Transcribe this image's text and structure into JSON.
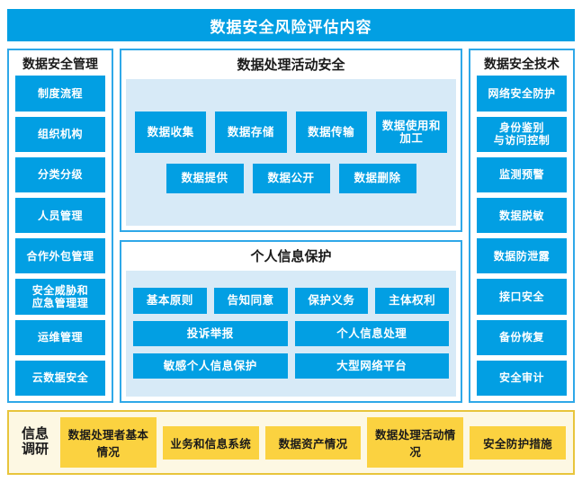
{
  "header": {
    "title": "数据安全风险评估内容",
    "color": "#029fe3"
  },
  "theme": {
    "blue": "#029fe3",
    "border_blue": "#2fa8e8",
    "panel_fill": "#d7eaf7",
    "gold": "#fbd240",
    "gold_border": "#e8c53c",
    "cream": "#fdf8e3"
  },
  "left_column": {
    "title": "数据安全管理",
    "items": [
      {
        "label": "制度流程"
      },
      {
        "label": "组织机构"
      },
      {
        "label": "分类分级"
      },
      {
        "label": "人员管理"
      },
      {
        "label": "合作外包管理"
      },
      {
        "label": "安全威胁和\n应急管理理"
      },
      {
        "label": "运维管理"
      },
      {
        "label": "云数据安全"
      }
    ]
  },
  "right_column": {
    "title": "数据安全技术",
    "items": [
      {
        "label": "网络安全防护"
      },
      {
        "label": "身份鉴别\n与访问控制"
      },
      {
        "label": "监测预警"
      },
      {
        "label": "数据脱敏"
      },
      {
        "label": "数据防泄露"
      },
      {
        "label": "接口安全"
      },
      {
        "label": "备份恢复"
      },
      {
        "label": "安全审计"
      }
    ]
  },
  "center": {
    "panels": [
      {
        "title": "数据处理活动安全",
        "rows": [
          [
            {
              "label": "数据收集"
            },
            {
              "label": "数据存储"
            },
            {
              "label": "数据传输"
            },
            {
              "label": "数据使用和加工"
            }
          ],
          [
            {
              "label": "数据提供"
            },
            {
              "label": "数据公开"
            },
            {
              "label": "数据删除"
            }
          ]
        ]
      },
      {
        "title": "个人信息保护",
        "rows": [
          [
            {
              "label": "基本原则"
            },
            {
              "label": "告知同意"
            },
            {
              "label": "保护义务"
            },
            {
              "label": "主体权利"
            }
          ],
          [
            {
              "label": "投诉举报"
            },
            {
              "label": "个人信息处理"
            }
          ],
          [
            {
              "label": "敏感个人信息保护"
            },
            {
              "label": "大型网络平台"
            }
          ]
        ]
      }
    ]
  },
  "footer": {
    "label": "信息\n调研",
    "items": [
      {
        "label": "数据处理者基本情况"
      },
      {
        "label": "业务和信息系统"
      },
      {
        "label": "数据资产情况"
      },
      {
        "label": "数据处理活动情况"
      },
      {
        "label": "安全防护措施"
      }
    ]
  }
}
